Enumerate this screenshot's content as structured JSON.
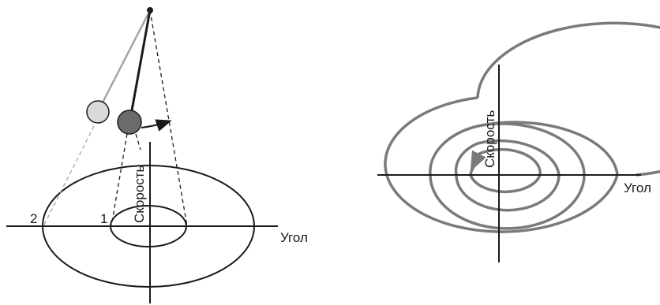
{
  "left_diagram": {
    "axis_x_label": "Угол",
    "axis_y_label": "Скорость",
    "point_labels": [
      "1",
      "2"
    ]
  },
  "right_diagram": {
    "axis_x_label": "Угол",
    "axis_y_label": "Скорость"
  },
  "colors": {
    "ink": "#1a1a1a",
    "spiral": "#7a7a7a",
    "bob_light": "#d9d9d9",
    "bob_dark": "#6b6b6b",
    "string_light": "#a6a6a6"
  }
}
